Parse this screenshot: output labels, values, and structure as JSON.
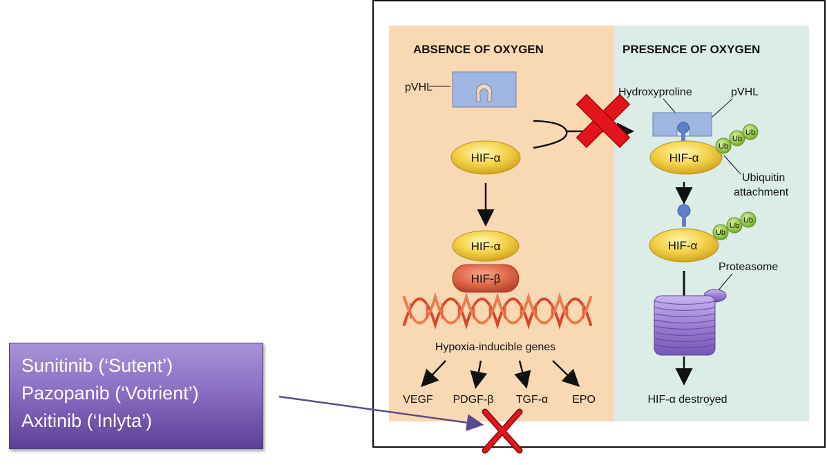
{
  "drugs": {
    "items": [
      "Sunitinib (‘Sutent’)",
      "Pazopanib (‘Votrient’)",
      "Axitinib (‘Inlyta’)"
    ]
  },
  "absence": {
    "title": "ABSENCE OF OXYGEN",
    "pvhl": "pVHL",
    "hif_alpha": "HIF-α",
    "hif_alpha_2": "HIF-α",
    "hif_beta": "HIF-β",
    "genes_label": "Hypoxia-inducible genes",
    "genes": [
      "VEGF",
      "PDGF-β",
      "TGF-α",
      "EPO"
    ]
  },
  "presence": {
    "title": "PRESENCE OF OXYGEN",
    "hydroxyproline": "Hydroxyproline",
    "pvhl": "pVHL",
    "hif_alpha": "HIF-α",
    "hif_alpha_2": "HIF-α",
    "ub": "Ub",
    "ubiquitin_line1": "Ubiquitin",
    "ubiquitin_line2": "attachment",
    "proteasome": "Proteasome",
    "destroyed": "HIF-α destroyed"
  },
  "colors": {
    "left_panel_bg": "#f9d8b4",
    "right_panel_bg": "#dcece6",
    "hif_alpha": "#f2d24a",
    "hif_beta": "#e0694a",
    "pvhl": "#9fb6e0",
    "ubiquitin": "#8cc43c",
    "proteasome": "#9b7fd1",
    "block_cross": "#e3141b",
    "drug_box": "#7a5fb8"
  }
}
